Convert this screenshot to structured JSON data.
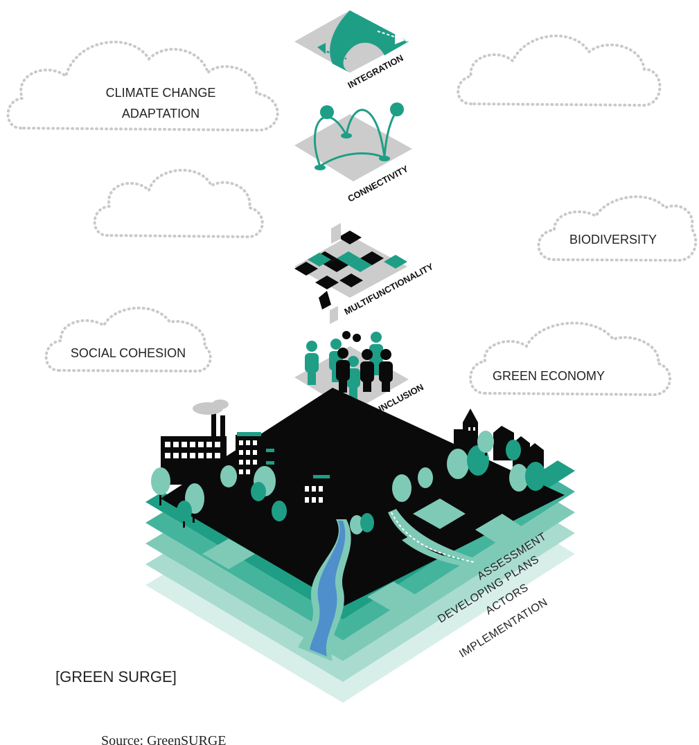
{
  "clouds": {
    "climate_line1": "CLIMATE CHANGE",
    "climate_line2": "ADAPTATION",
    "biodiversity": "BIODIVERSITY",
    "social_cohesion": "SOCIAL COHESION",
    "green_economy": "GREEN ECONOMY"
  },
  "principles": {
    "integration": "INTEGRATION",
    "connectivity": "CONNECTIVITY",
    "multifunctionality": "MULTIFUNCTIONALITY",
    "social_inclusion": "SOCIAL INCLUSION"
  },
  "layers": {
    "assessment": "ASSESSMENT",
    "developing_plans": "DEVELOPING PLANS",
    "actors": "ACTORS",
    "implementation": "IMPLEMENTATION"
  },
  "brand": "[GREEN SURGE]",
  "source": "Source: GreenSURGE",
  "colors": {
    "teal": "#1f9e86",
    "light_teal": "#7fcab7",
    "grey_plate": "#cccccc",
    "black": "#0a0a0a",
    "river_blue": "#4f8fcc"
  }
}
